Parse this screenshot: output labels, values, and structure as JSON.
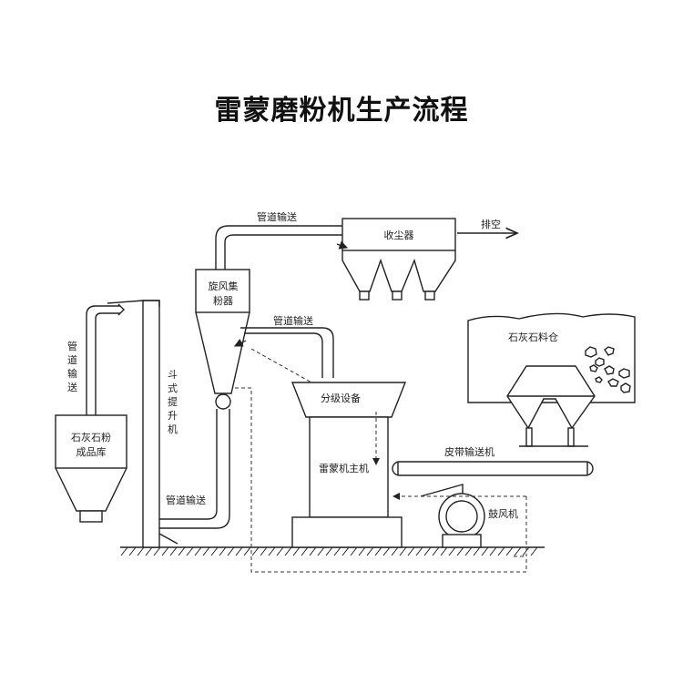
{
  "title": "雷蒙磨粉机生产流程",
  "labels": {
    "duct_top": "管道输送",
    "dust_collector": "收尘器",
    "exhaust": "排空",
    "cyclone_line1": "旋风集",
    "cyclone_line2": "粉器",
    "duct_mid": "管道输送",
    "limestone_bin": "石灰石料仓",
    "duct_left": [
      "管",
      "道",
      "输",
      "送"
    ],
    "product_bin_line1": "石灰石粉",
    "product_bin_line2": "成品库",
    "elevator": [
      "斗",
      "式",
      "提",
      "升",
      "机"
    ],
    "classifier": "分级设备",
    "belt_conveyor": "皮带输送机",
    "main_mill": "雷蒙机主机",
    "blower": "鼓风机",
    "duct_bottom": "管道输送"
  },
  "colors": {
    "line": "#222222",
    "background": "#ffffff"
  }
}
